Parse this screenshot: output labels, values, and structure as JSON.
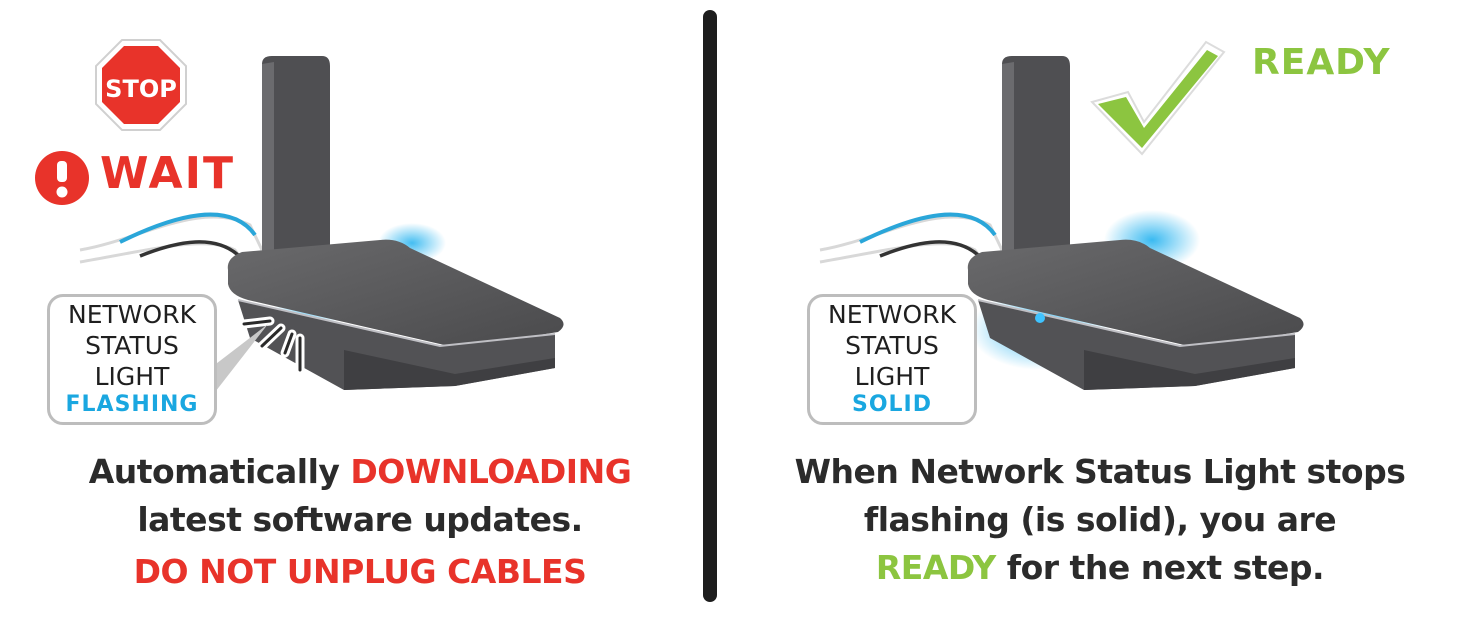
{
  "colors": {
    "red": "#e8332a",
    "blue": "#1aa7e0",
    "green": "#8cc540",
    "dark_text": "#2b2b2b",
    "device_gray": "#5a5a5c"
  },
  "left": {
    "stop_sign_text": "STOP",
    "wait_text": "WAIT",
    "callout": {
      "line1": "NETWORK",
      "line2": "STATUS",
      "line3": "LIGHT",
      "status": "FLASHING"
    },
    "caption": {
      "line1_a": "Automatically ",
      "line1_b": "DOWNLOADING",
      "line2": "latest software updates.",
      "line3": "DO NOT UNPLUG CABLES"
    }
  },
  "right": {
    "ready_label": "READY",
    "callout": {
      "line1": "NETWORK",
      "line2": "STATUS",
      "line3": "LIGHT",
      "status": "SOLID"
    },
    "caption": {
      "line1": "When Network Status Light stops",
      "line2": "flashing (is solid), you are",
      "line3_a": "READY",
      "line3_b": " for the next step."
    }
  },
  "icons": {
    "stop": "stop-sign-icon",
    "wait": "exclamation-icon",
    "ready": "checkmark-icon",
    "device": "router-device-icon"
  }
}
